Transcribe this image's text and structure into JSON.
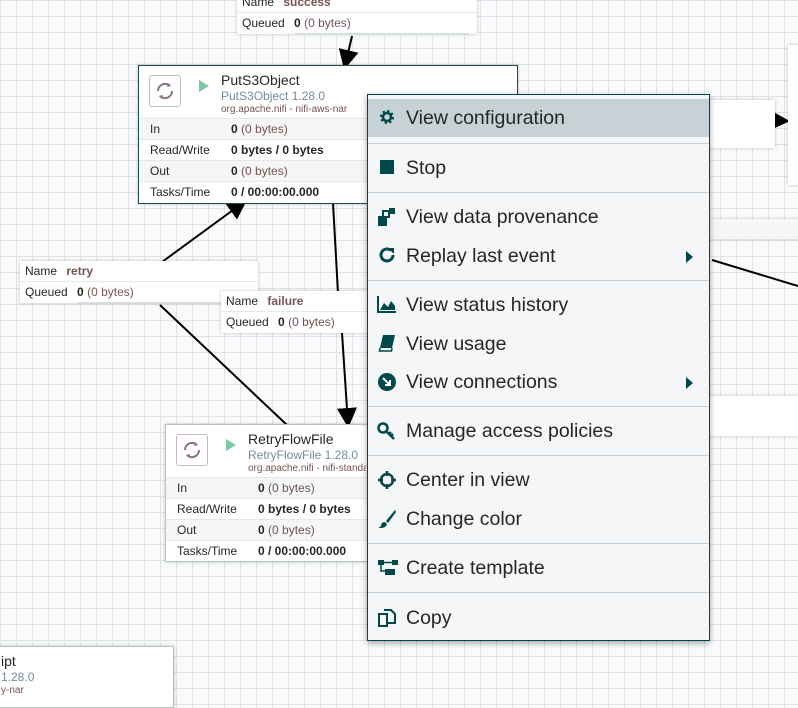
{
  "top_connection": {
    "name_label": "Name",
    "name_value": "success",
    "queued_label": "Queued",
    "queued_count": "0",
    "queued_bytes": "(0 bytes)"
  },
  "putS3": {
    "name": "PutS3Object",
    "version": "PutS3Object 1.28.0",
    "bundle": "org.apache.nifi - nifi-aws-nar",
    "stats": [
      {
        "label": "In",
        "value": "0",
        "extra": "(0 bytes)"
      },
      {
        "label": "Read/Write",
        "value": "0 bytes / 0 bytes",
        "extra": ""
      },
      {
        "label": "Out",
        "value": "0",
        "extra": "(0 bytes)"
      },
      {
        "label": "Tasks/Time",
        "value": "0 / 00:00:00.000",
        "extra": ""
      }
    ]
  },
  "retry_connection": {
    "name_label": "Name",
    "name_value": "retry",
    "queued_label": "Queued",
    "queued_count": "0",
    "queued_bytes": "(0 bytes)"
  },
  "failure_connection": {
    "name_label": "Name",
    "name_value": "failure",
    "queued_label": "Queued",
    "queued_count": "0",
    "queued_bytes": "(0 bytes)"
  },
  "retryFlow": {
    "name": "RetryFlowFile",
    "version": "RetryFlowFile 1.28.0",
    "bundle": "org.apache.nifi - nifi-standard-nar",
    "stats": [
      {
        "label": "In",
        "value": "0",
        "extra": "(0 bytes)"
      },
      {
        "label": "Read/Write",
        "value": "0 bytes / 0 bytes",
        "extra": ""
      },
      {
        "label": "Out",
        "value": "0",
        "extra": "(0 bytes)"
      },
      {
        "label": "Tasks/Time",
        "value": "0 / 00:00:00.000",
        "extra": ""
      }
    ]
  },
  "bottom_proc": {
    "name": "ipt",
    "version": "1.28.0",
    "bundle": "y-nar"
  },
  "menu": {
    "items": [
      {
        "label": "View configuration",
        "icon": "gear-icon"
      },
      {
        "label": "Stop",
        "icon": "stop-icon"
      },
      {
        "label": "View data provenance",
        "icon": "provenance-icon"
      },
      {
        "label": "Replay last event",
        "icon": "replay-icon"
      },
      {
        "label": "View status history",
        "icon": "chart-area-icon"
      },
      {
        "label": "View usage",
        "icon": "book-icon"
      },
      {
        "label": "View connections",
        "icon": "connections-icon"
      },
      {
        "label": "Manage access policies",
        "icon": "key-icon"
      },
      {
        "label": "Center in view",
        "icon": "crosshairs-icon"
      },
      {
        "label": "Change color",
        "icon": "paint-brush-icon"
      },
      {
        "label": "Create template",
        "icon": "template-icon"
      },
      {
        "label": "Copy",
        "icon": "copy-icon"
      }
    ]
  },
  "colors": {
    "accent": "#004849",
    "highlight": "#c7d2d7",
    "run_green": "#7dc7a0",
    "value_brown": "#775351"
  }
}
